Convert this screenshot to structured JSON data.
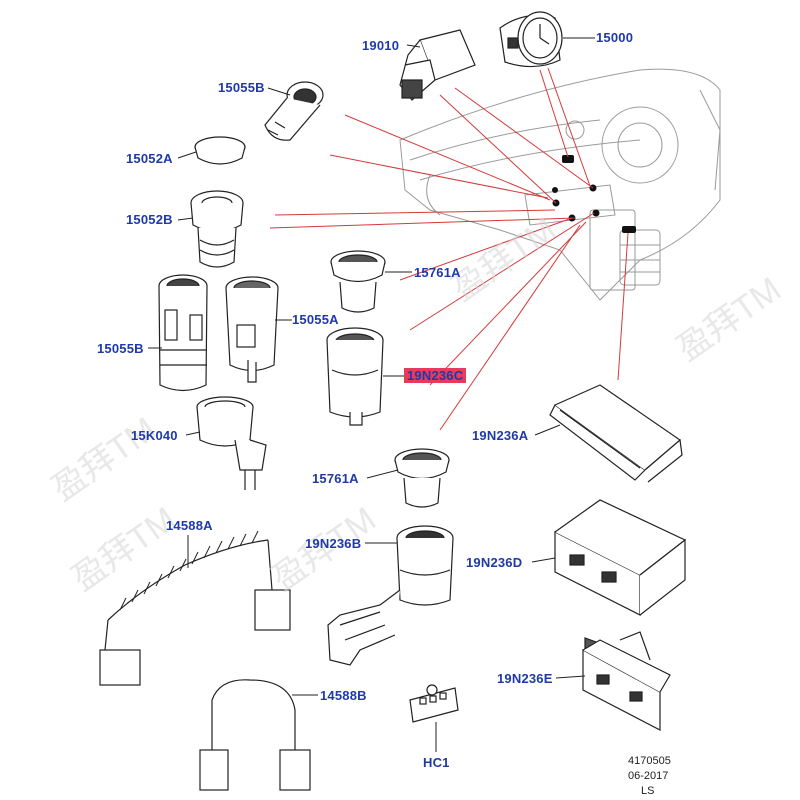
{
  "diagram": {
    "labels": {
      "p19010": "19010",
      "p15000": "15000",
      "p15055B_top": "15055B",
      "p15052A": "15052A",
      "p15052B": "15052B",
      "p15761A_top": "15761A",
      "p15055A": "15055A",
      "p15055B_left": "15055B",
      "p19N236C": "19N236C",
      "p19N236A": "19N236A",
      "p15K040": "15K040",
      "p15761A_mid": "15761A",
      "p14588A": "14588A",
      "p19N236B": "19N236B",
      "p19N236D": "19N236D",
      "p19N236E": "19N236E",
      "p14588B": "14588B",
      "pHC1": "HC1"
    },
    "highlighted_part": "19N236C",
    "highlight_color": "#e83a5a",
    "label_color": "#1f3aa8",
    "leader_color": "#d43a3a"
  },
  "footer": {
    "drawing_number": "4170505",
    "date": "06-2017",
    "code": "LS"
  },
  "watermark": {
    "text": "盈拜TM"
  }
}
